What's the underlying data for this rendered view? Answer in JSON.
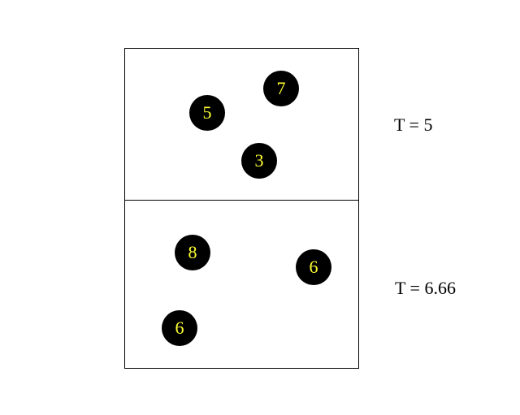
{
  "colors": {
    "ball_fill": "#000000",
    "ball_text": "#ffff33",
    "border": "#000000",
    "background": "#ffffff"
  },
  "top_panel": {
    "balls": [
      "7",
      "5",
      "3"
    ],
    "label": "T = 5"
  },
  "bottom_panel": {
    "balls": [
      "8",
      "6",
      "6"
    ],
    "label": "T = 6.66"
  }
}
